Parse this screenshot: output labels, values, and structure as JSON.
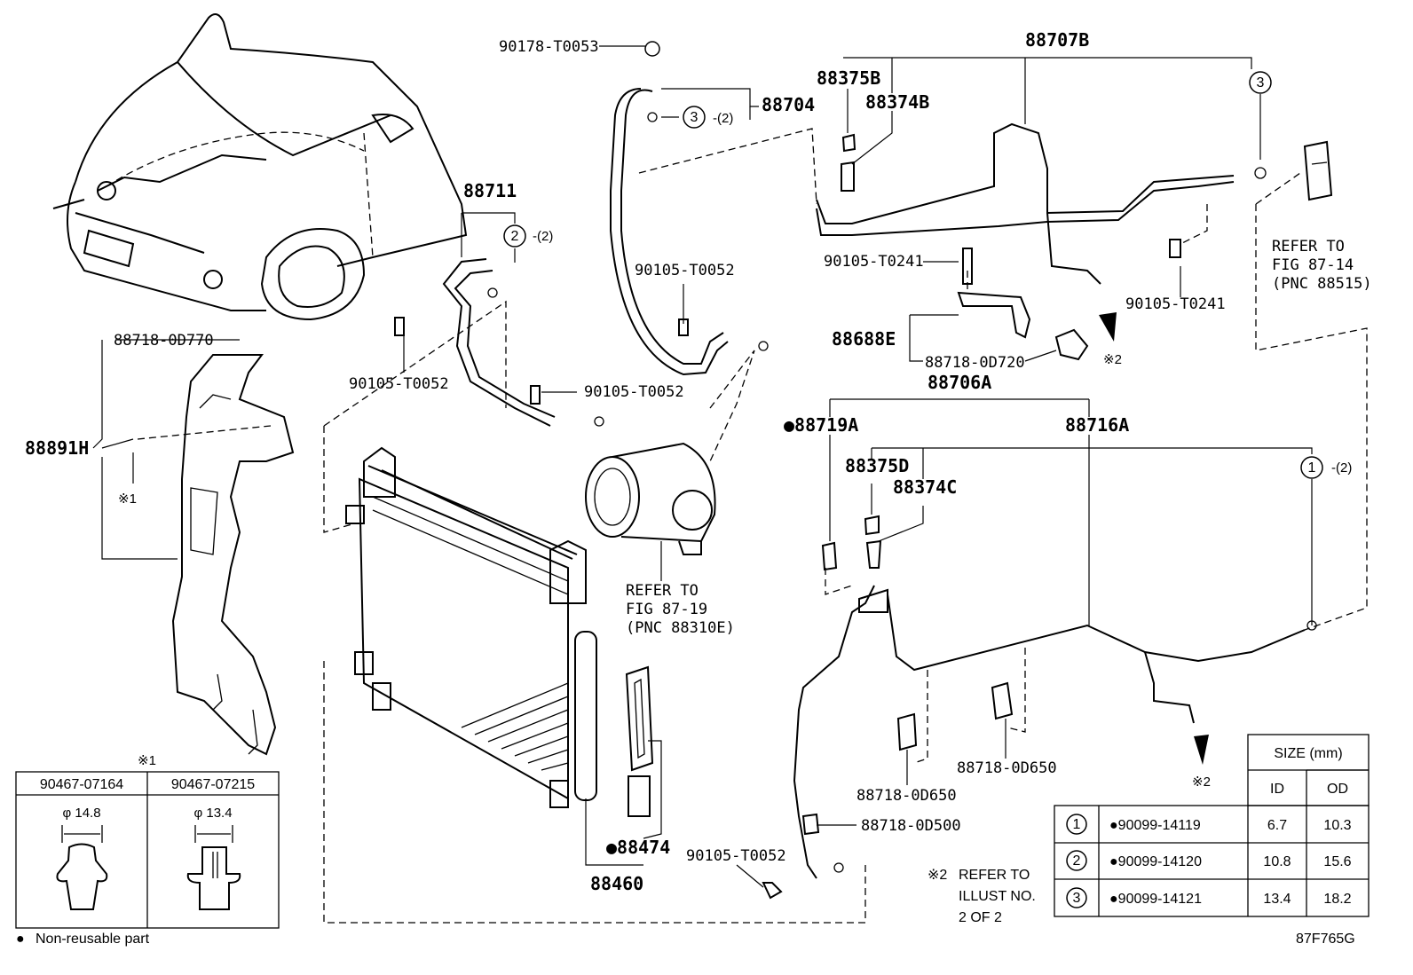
{
  "diagram": {
    "code": "87F765G",
    "legend": {
      "bullet": "●",
      "text": "Non-reusable part"
    },
    "note2": {
      "mark": "※2",
      "lines": [
        "REFER TO",
        "ILLUST NO.",
        "2 OF 2"
      ]
    },
    "labels": {
      "p90178": "90178-T0053",
      "p88704": "88704",
      "p88707B": "88707B",
      "p88375B": "88375B",
      "p88374B": "88374B",
      "p88711": "88711",
      "p90105_t0241_a": "90105-T0241",
      "p90105_t0241_b": "90105-T0241",
      "p88688E": "88688E",
      "p88718_0d720": "88718-0D720",
      "p88706A": "88706A",
      "p88719A": "●88719A",
      "p88716A": "88716A",
      "p88375D": "88375D",
      "p88374C": "88374C",
      "p88718_0d770": "88718-0D770",
      "p88891H": "88891H",
      "p90105_t0052_a": "90105-T0052",
      "p90105_t0052_b": "90105-T0052",
      "p90105_t0052_c": "90105-T0052",
      "p90105_t0052_d": "90105-T0052",
      "p88474": "●88474",
      "p88460": "88460",
      "p88718_0d650_a": "88718-0D650",
      "p88718_0d650_b": "88718-0D650",
      "p88718_0d500": "88718-0D500",
      "ring2_qty": "-(2)",
      "ring3_qty": "-(2)",
      "ring1_qty": "-(2)",
      "ring_a": "2",
      "ring_b": "3",
      "ring_c": "3",
      "ring_d": "1",
      "ref_mark_1": "※1",
      "ref_mark_2a": "※2",
      "ref_mark_2b": "※2"
    },
    "refer_compressor": [
      "REFER TO",
      "FIG 87-19",
      "(PNC 88310E)"
    ],
    "refer_valve": [
      "REFER TO",
      "FIG 87-14",
      "(PNC 88515)"
    ],
    "clip_table": {
      "mark": "※1",
      "headers": [
        "90467-07164",
        "90467-07215"
      ],
      "diameters": [
        "φ 14.8",
        "φ 13.4"
      ]
    },
    "size_table": {
      "header": "SIZE (mm)",
      "cols": [
        "ID",
        "OD"
      ],
      "rows": [
        {
          "num": "1",
          "part": "●90099-14119",
          "id": "6.7",
          "od": "10.3"
        },
        {
          "num": "2",
          "part": "●90099-14120",
          "id": "10.8",
          "od": "15.6"
        },
        {
          "num": "3",
          "part": "●90099-14121",
          "id": "13.4",
          "od": "18.2"
        }
      ]
    }
  }
}
